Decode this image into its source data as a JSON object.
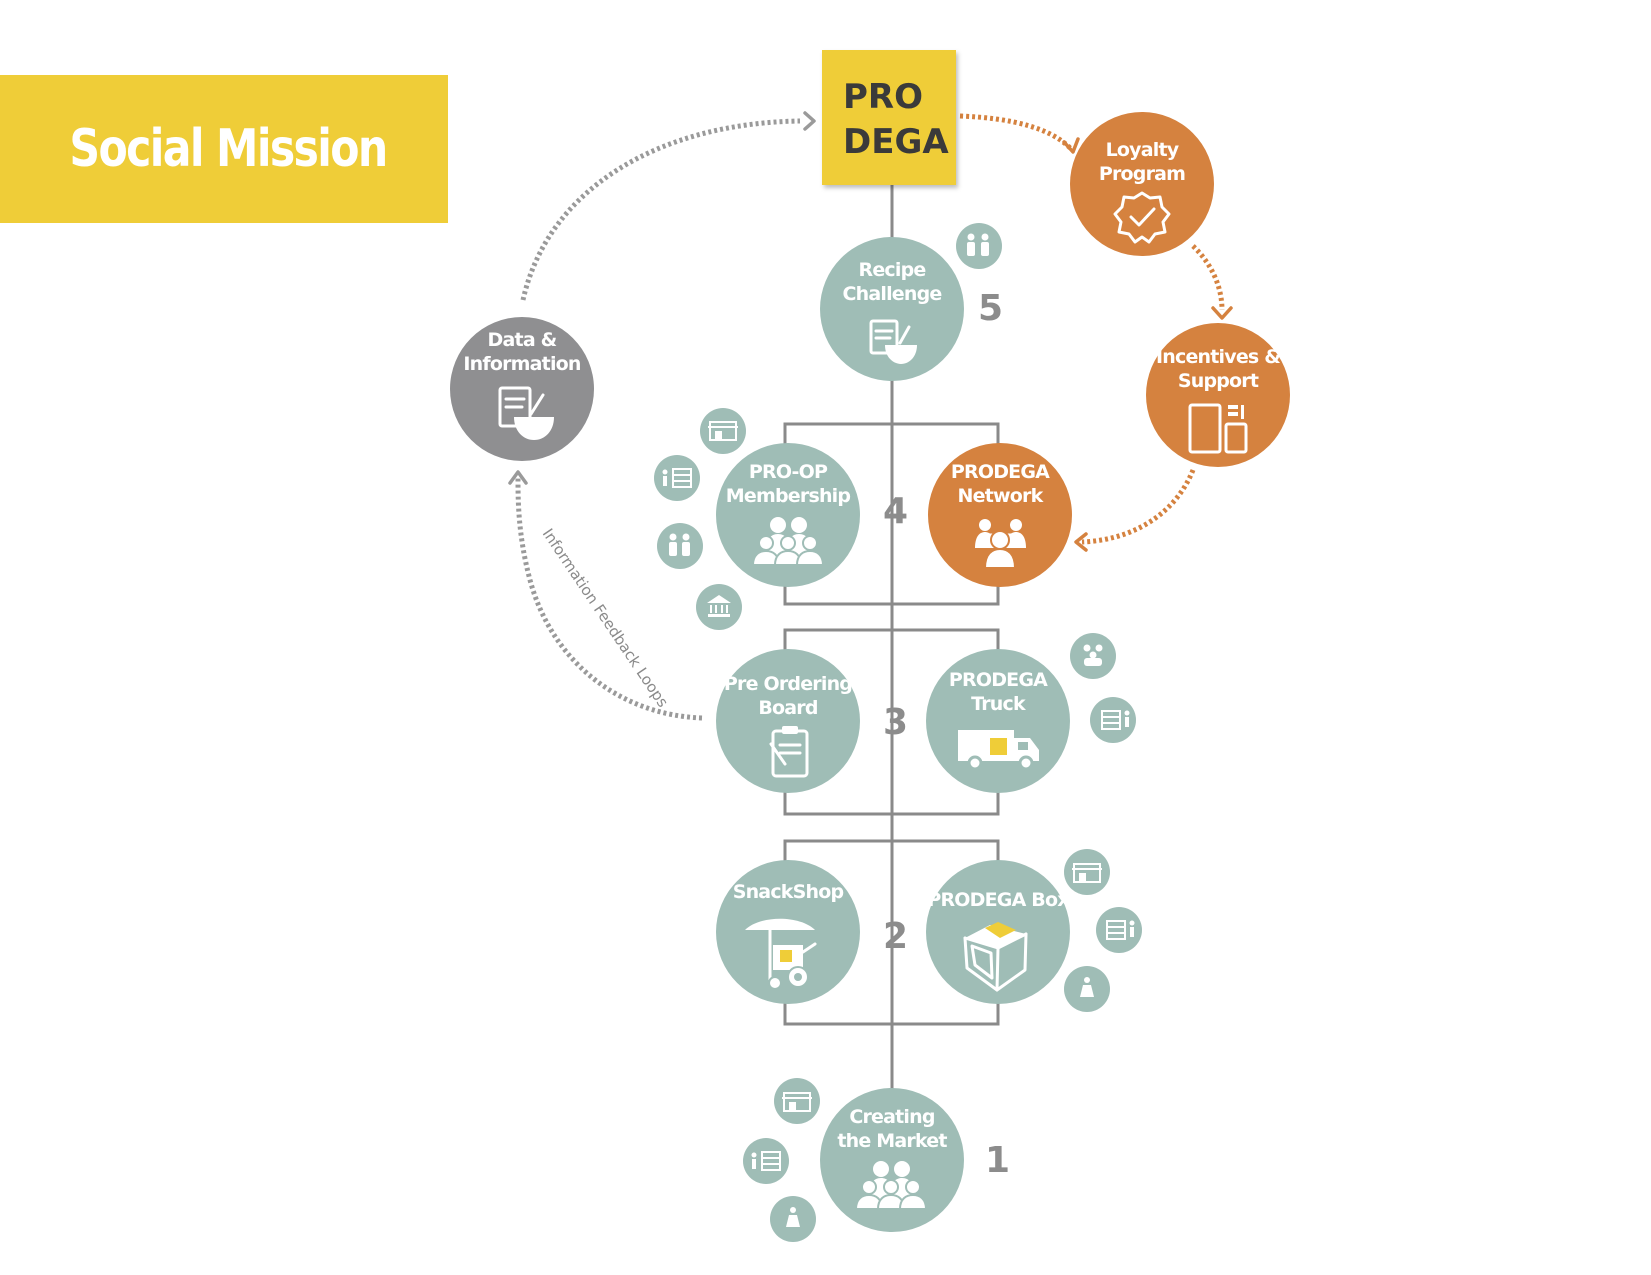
{
  "title": "Social Mission",
  "logo": {
    "line1": "PRO",
    "line2": "DEGA"
  },
  "loop_label": "Information Feedback Loops",
  "levels": [
    "1",
    "2",
    "3",
    "4",
    "5"
  ],
  "nodes": {
    "creating_market": [
      "Creating",
      "the Market"
    ],
    "snackshop": [
      "SnackShop"
    ],
    "prodega_box": [
      "PRODEGA Box"
    ],
    "pre_ordering": [
      "Pre Ordering",
      "Board"
    ],
    "prodega_truck": [
      "PRODEGA",
      "Truck"
    ],
    "pro_op": [
      "PRO-OP",
      "Membership"
    ],
    "prodega_network": [
      "PRODEGA",
      "Network"
    ],
    "recipe_challenge": [
      "Recipe",
      "Challenge"
    ],
    "data_information": [
      "Data &",
      "Information"
    ],
    "loyalty_program": [
      "Loyalty",
      "Program"
    ],
    "incentives_support": [
      "Incentives &",
      "Support"
    ]
  },
  "colors": {
    "banner": "#efcd38",
    "logo_box": "#efcd38",
    "teal": "#9fbdb6",
    "orange": "#d5823f",
    "gray": "#8f8f91",
    "connector": "#8a8a8a"
  },
  "icons": {
    "creating_market": "people-group-icon",
    "snackshop": "umbrella-cart-icon",
    "prodega_box": "box-icon",
    "pre_ordering": "clipboard-icon",
    "prodega_truck": "truck-icon",
    "pro_op": "people-group-icon",
    "prodega_network": "network-person-icon",
    "recipe_challenge": "recipe-bowl-icon",
    "data_information": "recipe-bowl-icon",
    "loyalty_program": "badge-check-icon",
    "incentives_support": "phone-tablet-icon"
  }
}
